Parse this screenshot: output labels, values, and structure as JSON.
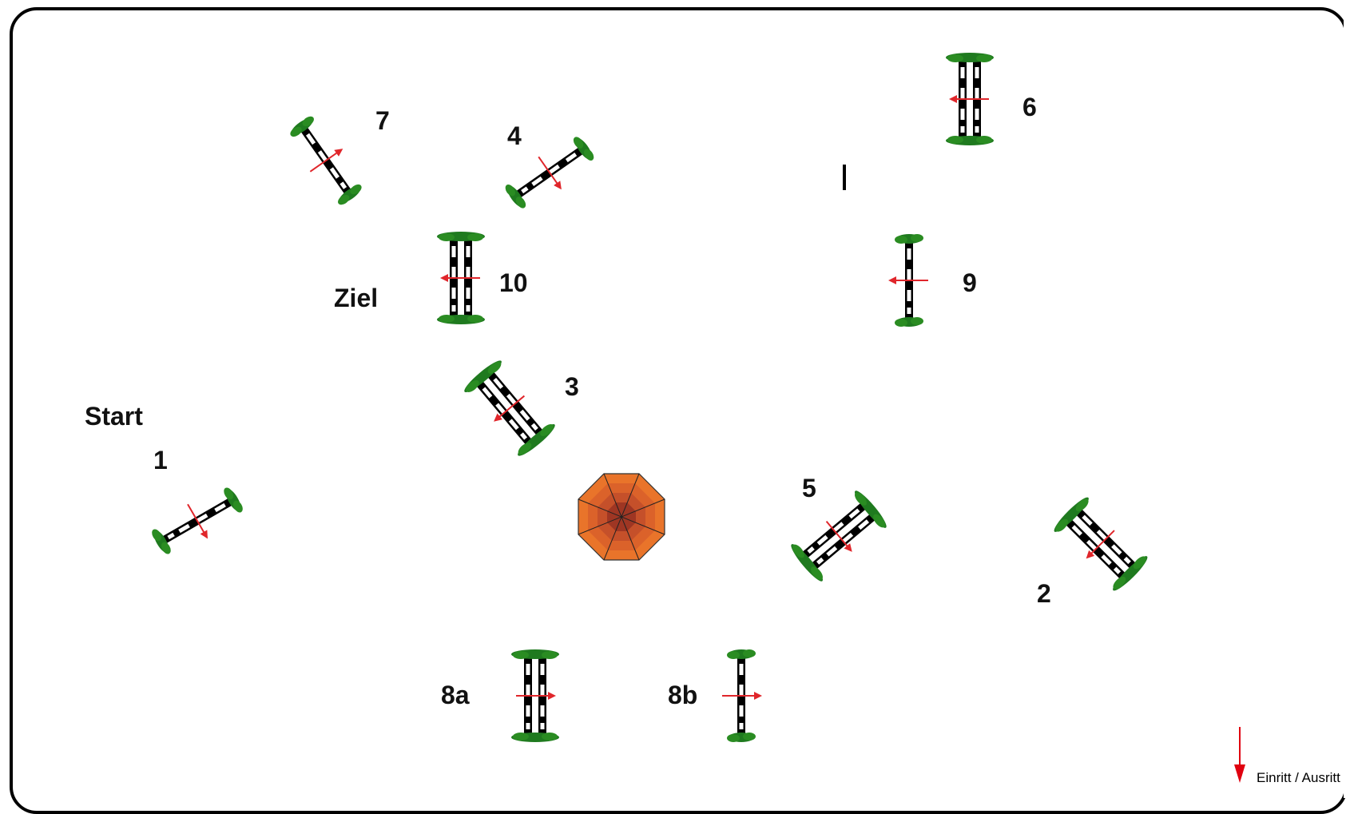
{
  "course": {
    "labels": {
      "start": "Start",
      "finish": "Ziel",
      "j1": "1",
      "j2": "2",
      "j3": "3",
      "j4": "4",
      "j5": "5",
      "j6": "6",
      "j7": "7",
      "j8a": "8a",
      "j8b": "8b",
      "j9": "9",
      "j10": "10"
    },
    "legend": {
      "entrance_exit": "Einritt / Ausritt"
    }
  },
  "colors": {
    "border": "#000000",
    "pole_dark": "#000000",
    "pole_light": "#ffffff",
    "wing_green": "#1f7a1f",
    "direction_arrow": "#e0262b",
    "entrance_arrow": "#e0000f",
    "decoration_orange": "#e9742a",
    "decoration_dark": "#8a2a1a"
  },
  "icons": {
    "decoration": "octagon-flower-bed-icon",
    "legend_arrow": "down-arrow-icon"
  }
}
